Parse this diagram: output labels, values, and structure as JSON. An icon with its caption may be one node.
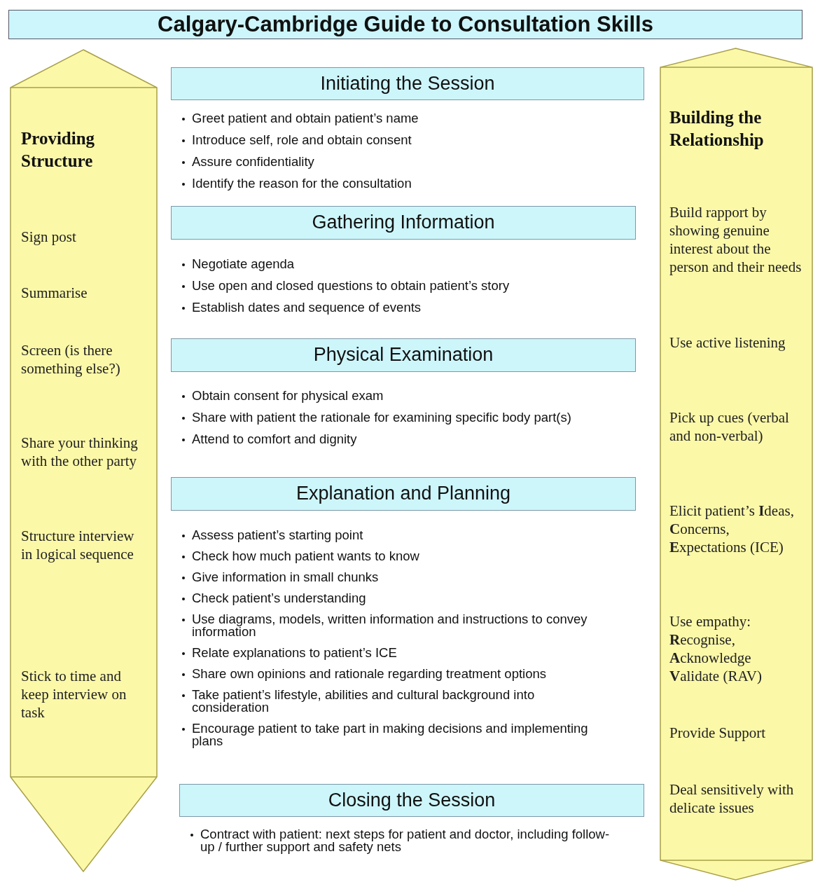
{
  "diagram": {
    "title": "Calgary-Cambridge Guide to Consultation Skills",
    "nodes": [
      {
        "text": [
          "Providing Structure",
          "Sign post",
          "Summarise",
          "Screen (is there something else?)",
          "Share your thinking with the other party",
          "Structure interview in logical sequence",
          "Stick to time and keep interview on task"
        ]
      },
      {
        "text": [
          "Initiating the Session"
        ],
        "beside": [
          "Greet patient and obtain patient’s name",
          "Introduce self, role and obtain consent",
          "Assure confidentiality",
          "Identify the reason for the consultation"
        ]
      },
      {
        "text": [
          "Gathering Information"
        ],
        "beside": [
          "Negotiate agenda",
          "Use open and closed questions to obtain patient’s story",
          "Establish dates and sequence of events"
        ]
      },
      {
        "text": [
          "Physical Examination"
        ],
        "beside": [
          "Obtain consent for physical exam",
          "Share with patient the rationale for examining specific body part(s)",
          "Attend to comfort and dignity"
        ]
      },
      {
        "text": [
          "Explanation and Planning"
        ],
        "beside": [
          "Assess patient’s starting point",
          "Check how much patient wants to know",
          "Give information in small chunks",
          "Check patient’s understanding",
          "Use diagrams, models, written information and instructions to convey information",
          "Relate explanations to patient’s ICE",
          "Share own opinions and rationale regarding treatment options",
          "Take patient’s lifestyle, abilities and cultural background into consideration",
          "Encourage patient to take part in making decisions and implementing plans"
        ]
      },
      {
        "text": [
          "Closing the Session"
        ],
        "beside": [
          "Contract with patient: next steps for patient and doctor, including follow-up / further support and safety nets"
        ]
      },
      {
        "text": [
          "Building the Relationship",
          "Build rapport by showing genuine interest about the person and their needs",
          "Use active listening",
          "Pick up cues (verbal and non-verbal)",
          "Elicit patient’s **I**deas, **C**oncerns, **E**xpectations (ICE)",
          "Use empathy: **R**ecognise, **A**cknowledge **V**alidate (RAV)",
          "Provide Support",
          "Deal sensitively with delicate issues"
        ]
      }
    ],
    "edges": []
  }
}
